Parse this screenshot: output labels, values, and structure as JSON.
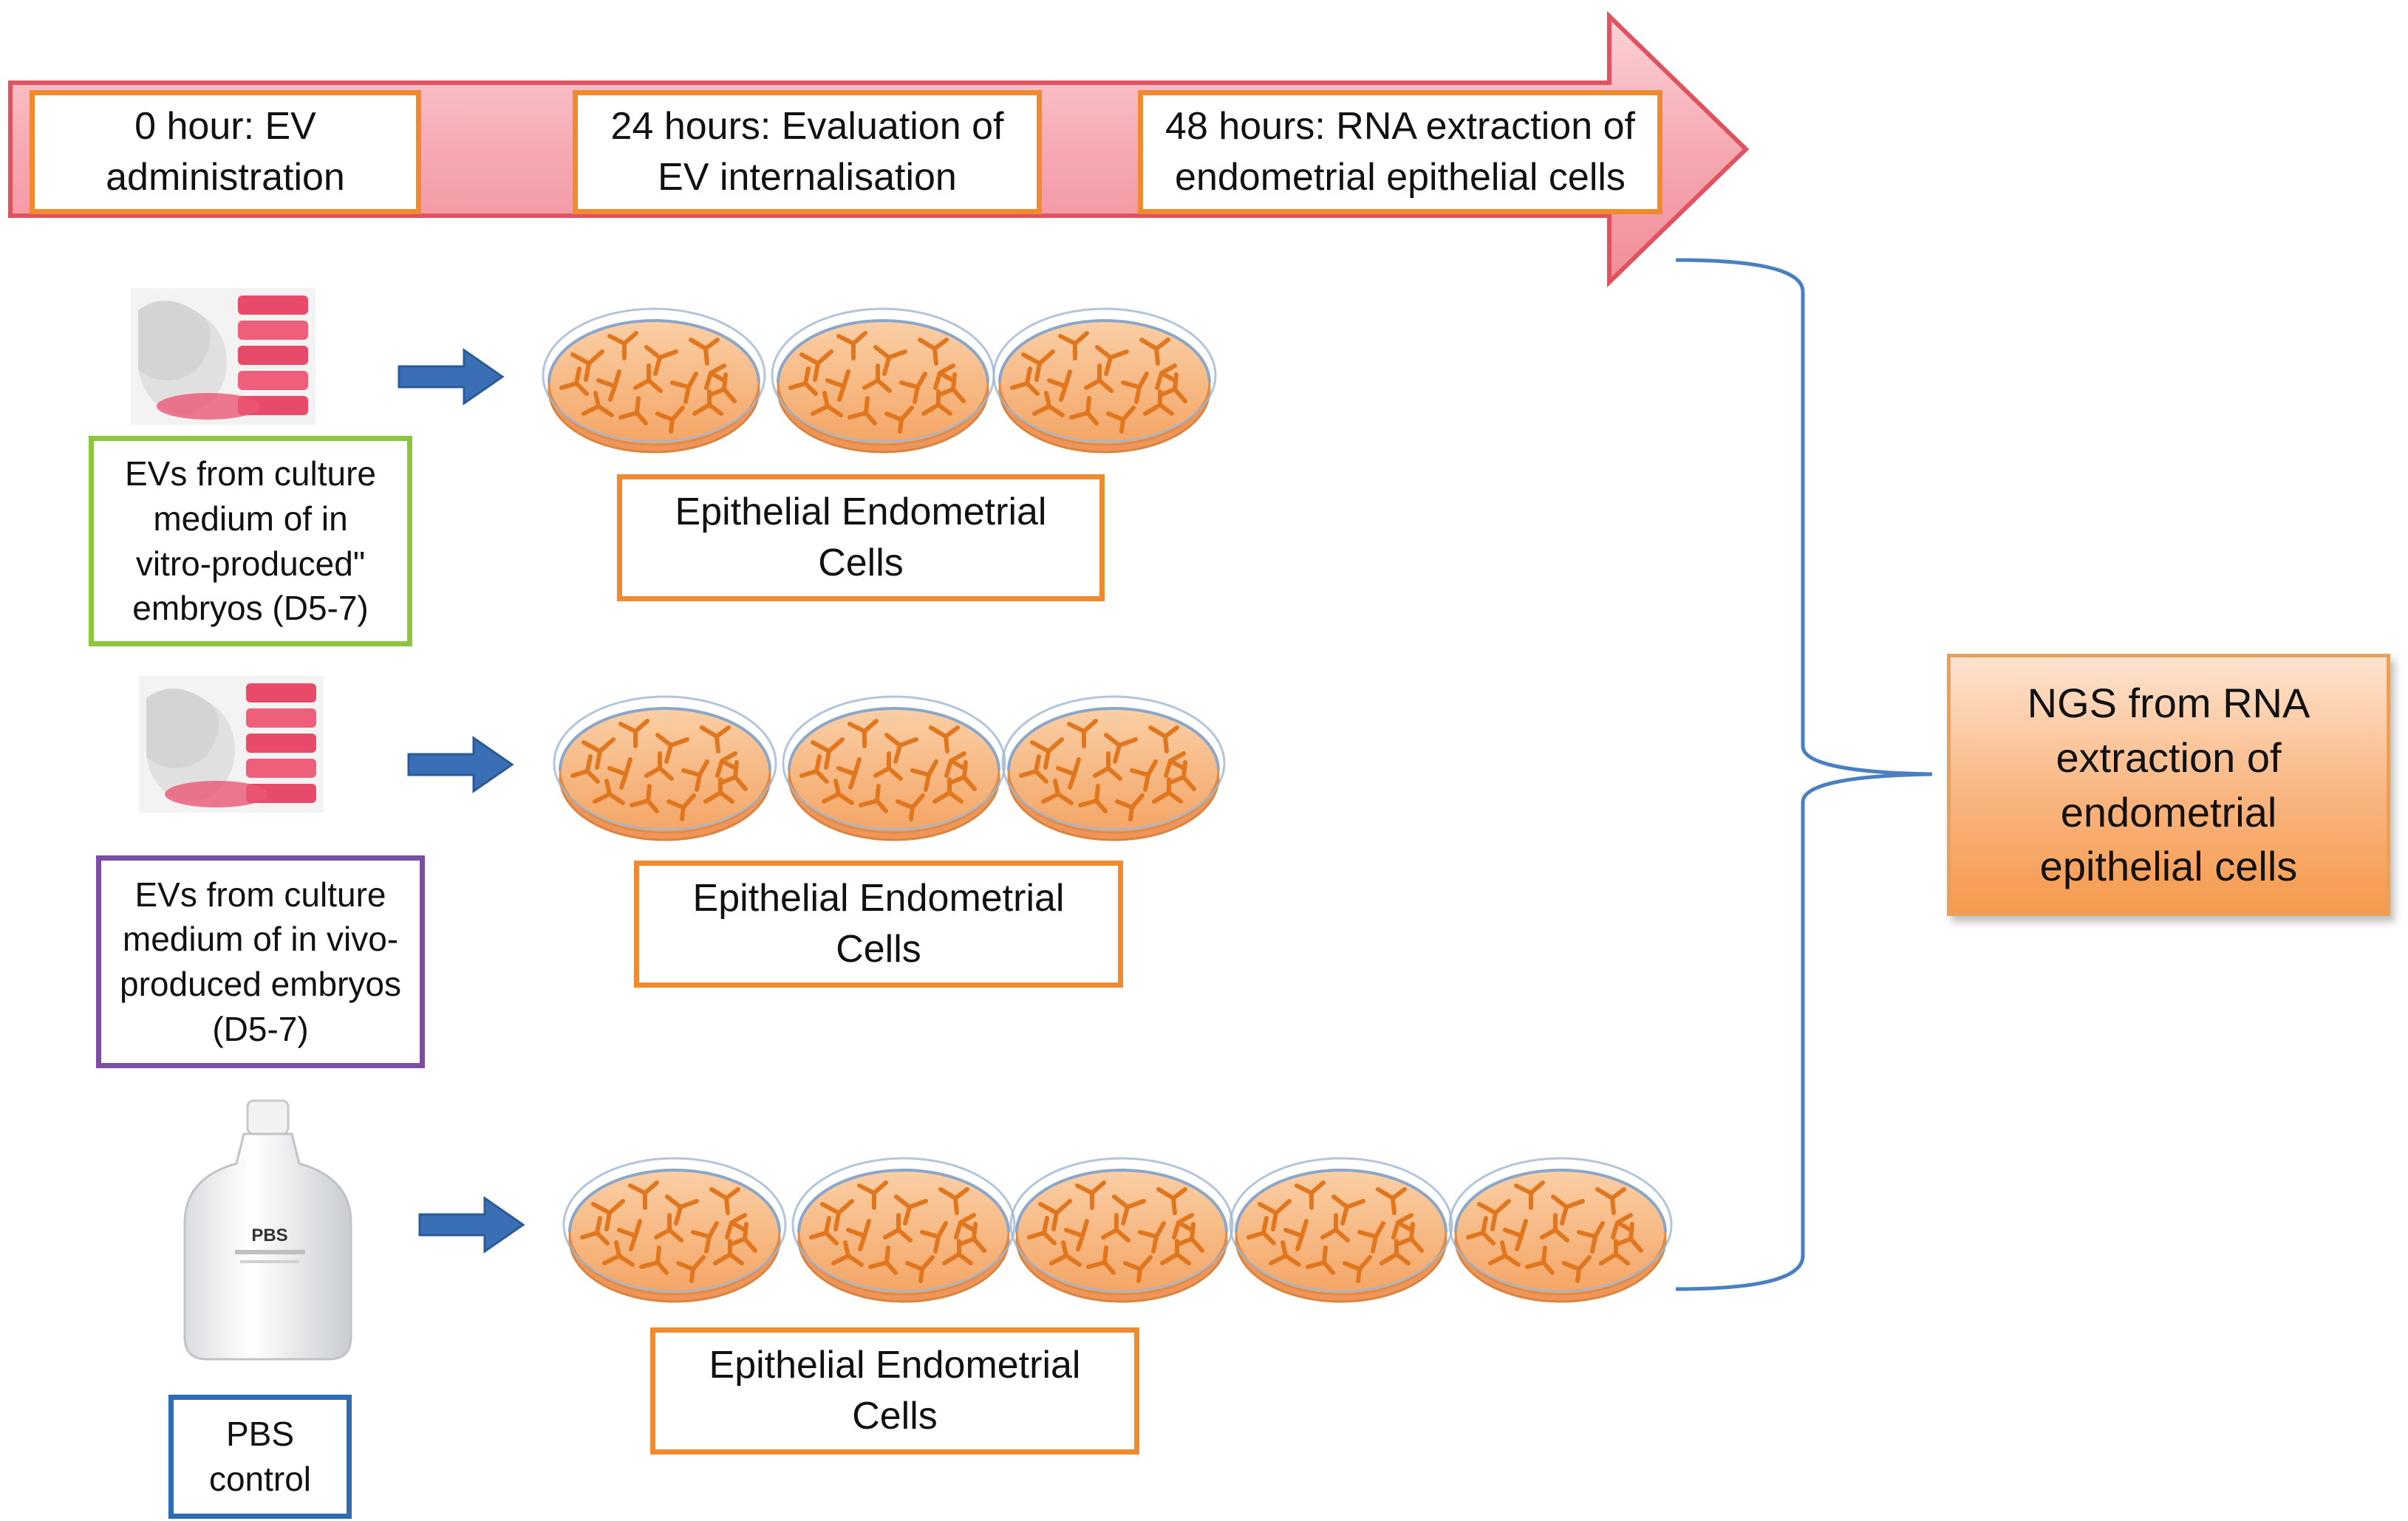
{
  "timeline": {
    "step1": "0 hour: EV administration",
    "step2": "24 hours: Evaluation of EV internalisation",
    "step3": "48 hours: RNA extraction of endometrial epithelial cells"
  },
  "groups": [
    {
      "label": "EVs  from culture medium of in vitro-produced\" embryos (D5-7)",
      "cells_label": "Epithelial Endometrial Cells",
      "dish_count": 3,
      "border_color": "#8cc63f",
      "icon": "cell-culture-flask-icon"
    },
    {
      "label": "EVs  from culture medium of in vivo-produced embryos (D5-7)",
      "cells_label": "Epithelial Endometrial Cells",
      "dish_count": 3,
      "border_color": "#7b4ea3",
      "icon": "cell-culture-flask-icon"
    },
    {
      "label": "PBS control",
      "cells_label": "Epithelial Endometrial Cells",
      "dish_count": 5,
      "border_color": "#2e6db4",
      "icon": "pbs-bottle-icon",
      "bottle_text": "PBS"
    }
  ],
  "result": {
    "label": "NGS from RNA extraction of endometrial epithelial cells"
  },
  "colors": {
    "timeline_arrow": "#f5a3ad",
    "timeline_border": "#e0525f",
    "box_border": "#f08a2e",
    "flow_arrow": "#3a6fb5",
    "dish_fill": "#f7b37a",
    "cell_color": "#e37b28",
    "bracket": "#4a7fc1"
  }
}
